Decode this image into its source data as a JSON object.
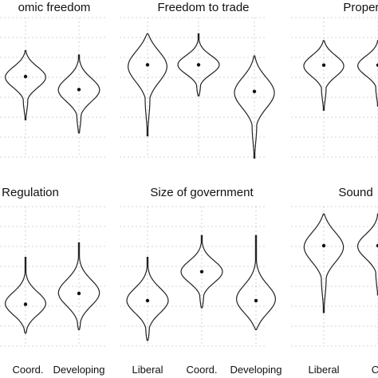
{
  "chart_data": [
    {
      "type": "violin",
      "title": "omic freedom",
      "categories": [
        "Coord.",
        "Developing"
      ],
      "series": [
        {
          "category": "Coord.",
          "median": 6.6,
          "min": 5.6,
          "max": 7.2
        },
        {
          "category": "Developing",
          "median": 6.3,
          "min": 5.3,
          "max": 7.1
        }
      ]
    },
    {
      "type": "violin",
      "title": "Freedom to trade",
      "categories": [
        "Liberal",
        "Coord.",
        "Developing"
      ],
      "series": [
        {
          "category": "Liberal",
          "median": 6.9,
          "min": 5.3,
          "max": 7.6
        },
        {
          "category": "Coord.",
          "median": 6.9,
          "min": 6.2,
          "max": 7.6
        },
        {
          "category": "Developing",
          "median": 6.3,
          "min": 4.8,
          "max": 7.1
        }
      ]
    },
    {
      "type": "violin",
      "title": "Propert",
      "categories": [
        "Liberal",
        "Coord."
      ],
      "series": [
        {
          "category": "Liberal",
          "median": 6.8,
          "min": 5.7,
          "max": 7.4
        },
        {
          "category": "Coord.",
          "median": 6.8,
          "min": 5.8,
          "max": 7.4
        }
      ]
    },
    {
      "type": "violin",
      "title": "Regulation",
      "categories": [
        "Coord.",
        "Developing"
      ],
      "series": [
        {
          "category": "Coord.",
          "median": 4.9,
          "min": 4.1,
          "max": 6.2
        },
        {
          "category": "Developing",
          "median": 5.2,
          "min": 4.2,
          "max": 6.6
        }
      ]
    },
    {
      "type": "violin",
      "title": "Size of government",
      "categories": [
        "Liberal",
        "Coord.",
        "Developing"
      ],
      "series": [
        {
          "category": "Liberal",
          "median": 5.0,
          "min": 3.9,
          "max": 6.2
        },
        {
          "category": "Coord.",
          "median": 5.8,
          "min": 4.8,
          "max": 6.8
        },
        {
          "category": "Developing",
          "median": 5.0,
          "min": 4.2,
          "max": 6.8
        }
      ]
    },
    {
      "type": "violin",
      "title": "Sound",
      "categories": [
        "Liberal",
        "Co"
      ],
      "series": [
        {
          "category": "Liberal",
          "median": 6.6,
          "min": 4.7,
          "max": 7.5
        },
        {
          "category": "Co",
          "median": 6.6,
          "min": 5.2,
          "max": 7.5
        }
      ]
    }
  ]
}
